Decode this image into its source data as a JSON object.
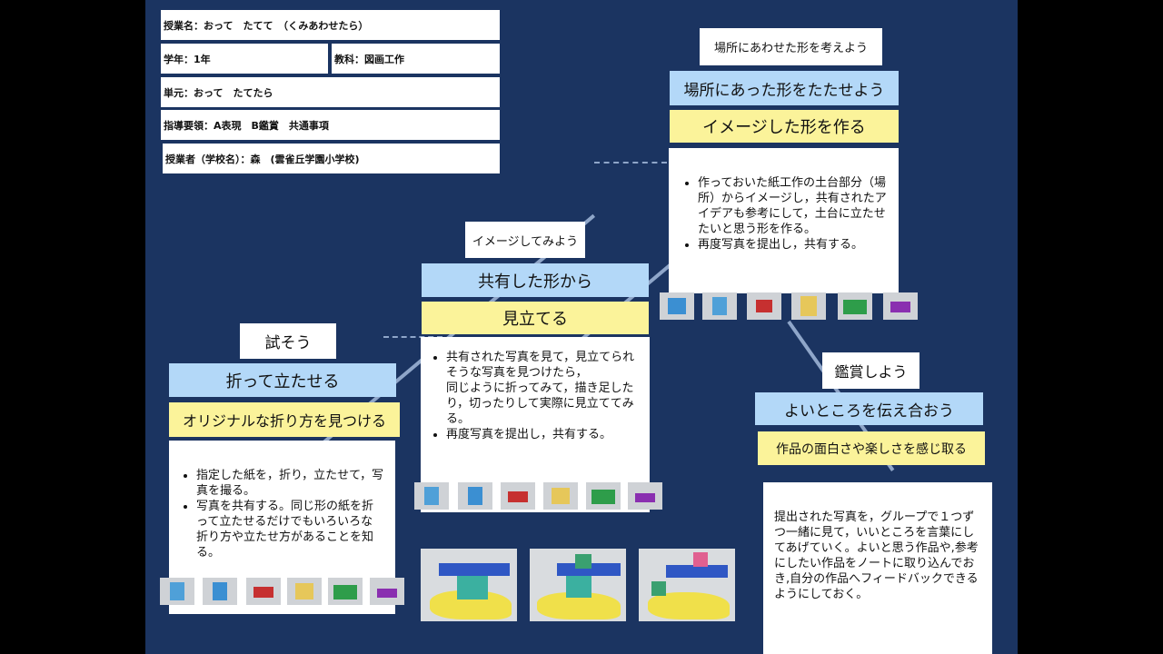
{
  "info": {
    "lesson": "授業名：おって　たてて　（くみあわせたら）",
    "grade": "学年：1年",
    "subject": "教科：図画工作",
    "unit": "単元：おって　たてたら",
    "guideline": "指導要領：A表現　B鑑賞　共通事項",
    "teacher": "授業者（学校名）：森　(雲雀丘学園小学校)"
  },
  "step1": {
    "tag": "試そう",
    "title": "折って立たせる",
    "goal": "オリジナルな折り方を見つける",
    "bullets": [
      "指定した紙を，折り，立たせて，写真を撮る。",
      "写真を共有する。同じ形の紙を折って立たせるだけでもいろいろな折り方や立たせ方があることを知る。"
    ]
  },
  "step2": {
    "tag": "イメージしてみよう",
    "title": "共有した形から",
    "goal": "見立てる",
    "bullets": [
      "共有された写真を見て，見立てられそうな写真を見つけたら，\n同じように折ってみて，描き足したり，切ったりして実際に見立ててみる。",
      "再度写真を提出し，共有する。"
    ]
  },
  "step3": {
    "tag": "場所にあわせた形を考えよう",
    "title": "場所にあった形をたたせよう",
    "goal": "イメージした形を作る",
    "bullets": [
      "作っておいた紙工作の土台部分（場所）からイメージし，共有されたアイデアも参考にして，土台に立たせたいと思う形を作る。",
      "再度写真を提出し，共有する。"
    ]
  },
  "step4": {
    "tag": "鑑賞しよう",
    "title": "よいところを伝え合おう",
    "goal": "作品の面白さや楽しさを感じ取る",
    "text": "提出された写真を，グループで１つずつ一緒に見て，いいところを言葉にしてあげていく。よいと思う作品や,参考にしたい作品をノートに取り込んでおき,自分の作品へフィードバックできるようにしておく。"
  },
  "colors": {
    "background": "#1b3461",
    "title_fill": "#b3d8f8",
    "goal_fill": "#fbf39a"
  }
}
